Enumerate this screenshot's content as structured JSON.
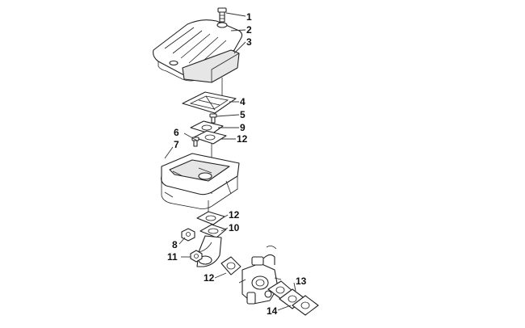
{
  "diagram": {
    "callouts": [
      {
        "id": "c1",
        "label": "1"
      },
      {
        "id": "c2",
        "label": "2"
      },
      {
        "id": "c3",
        "label": "3"
      },
      {
        "id": "c4",
        "label": "4"
      },
      {
        "id": "c5",
        "label": "5"
      },
      {
        "id": "c9",
        "label": "9"
      },
      {
        "id": "c6",
        "label": "6"
      },
      {
        "id": "c12a",
        "label": "12"
      },
      {
        "id": "c7",
        "label": "7"
      },
      {
        "id": "c12b",
        "label": "12"
      },
      {
        "id": "c10",
        "label": "10"
      },
      {
        "id": "c8",
        "label": "8"
      },
      {
        "id": "c11",
        "label": "11"
      },
      {
        "id": "c12c",
        "label": "12"
      },
      {
        "id": "c13",
        "label": "13"
      },
      {
        "id": "c14",
        "label": "14"
      }
    ]
  }
}
